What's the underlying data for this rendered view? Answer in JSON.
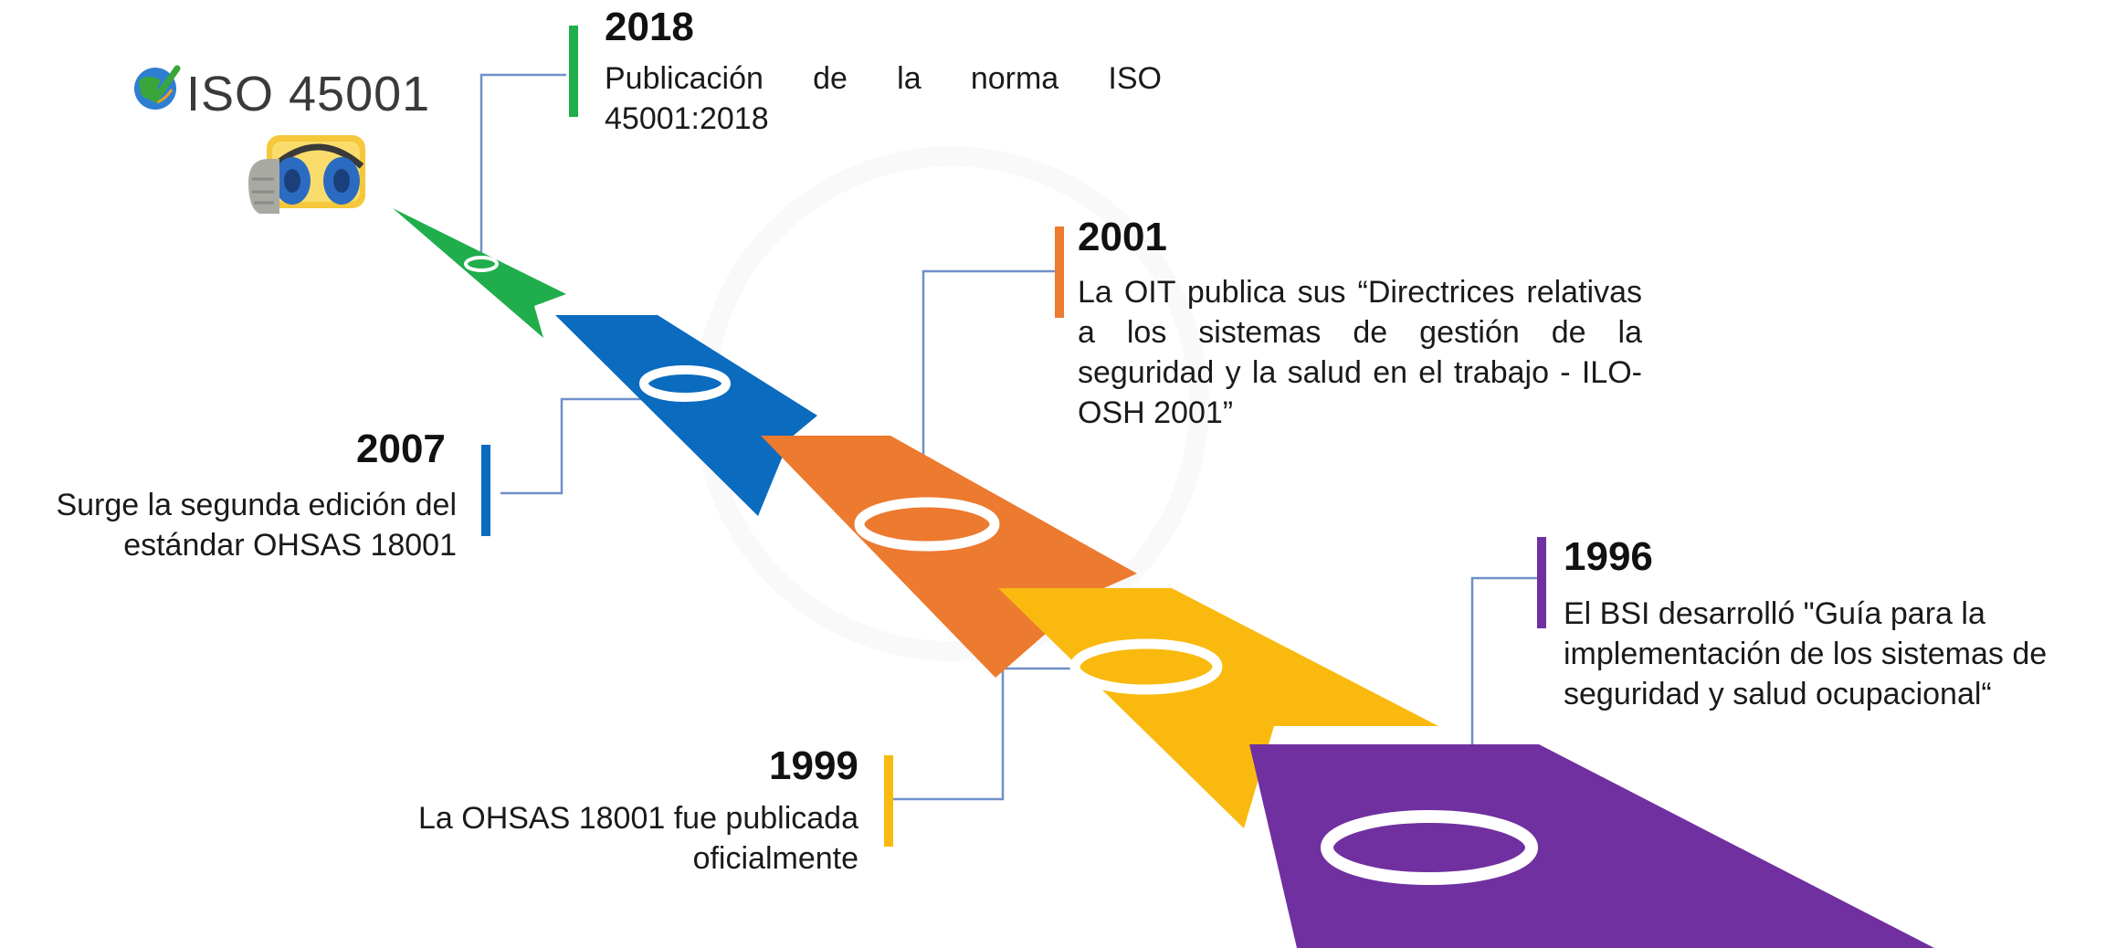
{
  "logo": {
    "text": "ISO 45001",
    "check_color": "#3aa63a"
  },
  "colors": {
    "green": "#1fae4b",
    "blue": "#0b6bbf",
    "orange": "#ec7a2f",
    "yellow": "#f9b90e",
    "purple": "#7030a0",
    "connector": "#6f8fc7"
  },
  "events": [
    {
      "year": "2018",
      "text": "Publicación de la norma ISO 45001:2018",
      "color": "#1fae4b"
    },
    {
      "year": "2007",
      "text": "Surge la segunda edición del estándar OHSAS 18001",
      "color": "#0b6bbf"
    },
    {
      "year": "2001",
      "text": "La OIT publica sus “Directrices relativas a los sistemas de gestión de la seguridad y la salud en el trabajo - ILO-OSH 2001”",
      "color": "#ec7a2f"
    },
    {
      "year": "1999",
      "text": "La OHSAS 18001 fue publicada oficialmente",
      "color": "#f9b90e"
    },
    {
      "year": "1996",
      "text": "El BSI desarrolló \"Guía para la implementación de los sistemas de seguridad y salud ocupacional“",
      "color": "#7030a0"
    }
  ]
}
